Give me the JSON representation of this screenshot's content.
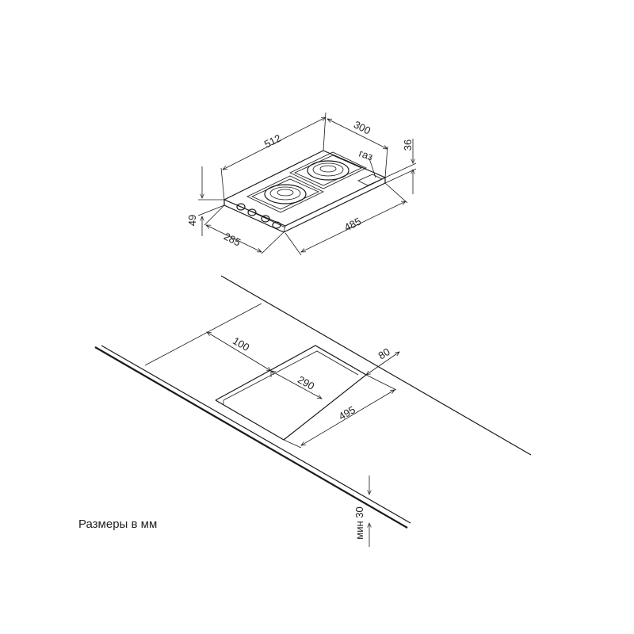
{
  "hob_dimensions": {
    "length": "512",
    "width": "300",
    "glass_height": "36",
    "total_height": "49",
    "front_depth": "285",
    "front_length": "485",
    "gas_label": "газ"
  },
  "cutout_dimensions": {
    "offset": "100",
    "rear_gap": "80",
    "cut_width": "290",
    "cut_length": "495",
    "min_thickness": "мин 30"
  },
  "caption": "Размеры в мм"
}
